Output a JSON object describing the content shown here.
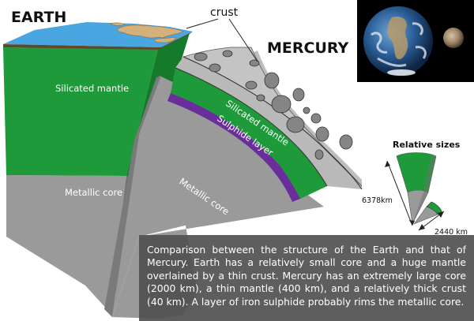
{
  "labels": {
    "earth": "EARTH",
    "mercury": "MERCURY",
    "crust": "crust",
    "earth_mantle": "Silicated mantle",
    "earth_core": "Metallic core",
    "mercury_mantle": "Silicated mantle",
    "sulphide": "Sulphide layer",
    "mercury_core": "Metallic core"
  },
  "relative_sizes": {
    "title": "Relative sizes",
    "earth_radius": "6378km",
    "mercury_radius": "2440 km"
  },
  "caption": "Comparison between the structure of the Earth and that of Mercury. Earth has a relatively small core and a huge mantle overlained by a thin crust. Mercury has an extremely large core (2000 km), a thin mantle (400 km), and a relatively thick crust (40 km). A layer of iron sulphide probably rims the metallic core.",
  "colors": {
    "mantle": "#1f9a3a",
    "mantle_dark": "#167a2c",
    "core": "#9a9a9a",
    "core_dark": "#707070",
    "ocean": "#4aa6e0",
    "land": "#d4b07a",
    "mercury_crust": "#b9b9b9",
    "crater": "#858585",
    "sulphide": "#6a2e9a",
    "caption_bg": "#505050"
  }
}
